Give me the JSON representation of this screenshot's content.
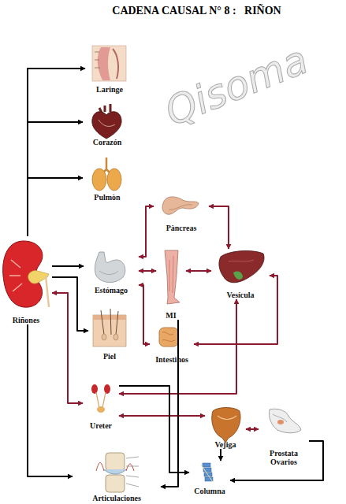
{
  "diagram": {
    "title": "CADENA CAUSAL N° 8 :   RIÑON",
    "nodes": [
      {
        "text": [
          "Laringe"
        ]
      },
      {
        "text": [
          "Corazón"
        ]
      },
      {
        "text": [
          "Pulmòn"
        ]
      },
      {
        "text": [
          "Pàncreas"
        ]
      },
      {
        "text": [
          "Riñones"
        ]
      },
      {
        "text": [
          "Estómago"
        ]
      },
      {
        "text": [
          "MI"
        ]
      },
      {
        "text": [
          "Vesícula"
        ]
      },
      {
        "text": [
          "Piel"
        ]
      },
      {
        "text": [
          "Intestinos"
        ]
      },
      {
        "text": [
          "Ureter"
        ]
      },
      {
        "text": [
          "Vejiga"
        ]
      },
      {
        "text": [
          "Prostata Ovarios"
        ]
      },
      {
        "text": [
          "Articulaciones"
        ]
      },
      {
        "text": [
          "Columna"
        ]
      }
    ],
    "edges": [
      {
        "from": 4,
        "to": 0,
        "arrow": "to"
      },
      {
        "from": 4,
        "to": 1,
        "arrow": "to"
      },
      {
        "from": 4,
        "to": 2,
        "arrow": "to"
      },
      {
        "from": 4,
        "to": 13,
        "arrow": "to"
      },
      {
        "from": 4,
        "to": 5,
        "arrow": "to"
      },
      {
        "from": 4,
        "to": 8,
        "arrow": "to"
      },
      {
        "from": 4,
        "to": 10,
        "arrow": "both"
      },
      {
        "from": 5,
        "to": 3,
        "arrow": "both"
      },
      {
        "from": 3,
        "to": 7,
        "arrow": "both"
      },
      {
        "from": 5,
        "to": 6,
        "arrow": "both"
      },
      {
        "from": 6,
        "to": 7,
        "arrow": "both"
      },
      {
        "from": 5,
        "to": 9,
        "arrow": "both"
      },
      {
        "from": 9,
        "to": 7,
        "arrow": "both"
      },
      {
        "from": 10,
        "to": 7,
        "arrow": "both"
      },
      {
        "from": 10,
        "to": 11,
        "arrow": "both"
      },
      {
        "from": 11,
        "to": 12,
        "arrow": "both"
      },
      {
        "from": 10,
        "to": 14,
        "arrow": "to"
      },
      {
        "from": 6,
        "to": 13,
        "arrow": "to"
      },
      {
        "from": 11,
        "to": 14,
        "arrow": "to"
      },
      {
        "from": 12,
        "to": 14,
        "arrow": "to"
      }
    ],
    "labels": [
      "Qisoma"
    ]
  }
}
